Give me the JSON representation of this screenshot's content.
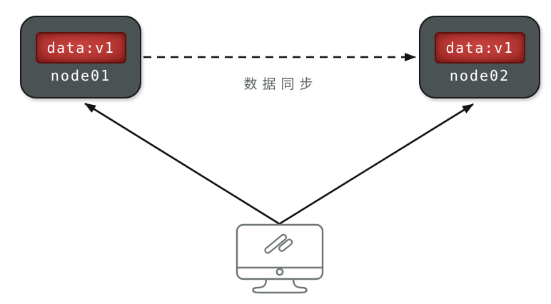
{
  "diagram": {
    "title": "data synchronization between two nodes",
    "nodes": [
      {
        "id": "node01",
        "label": "node01",
        "data_value": "data:v1"
      },
      {
        "id": "node02",
        "label": "node02",
        "data_value": "data:v1"
      }
    ],
    "edges": [
      {
        "from": "node01",
        "to": "node02",
        "label": "数据同步",
        "style": "dashed-arrow"
      },
      {
        "from": "client-monitor",
        "to": "node01",
        "label": "",
        "style": "solid-arrow"
      },
      {
        "from": "client-monitor",
        "to": "node02",
        "label": "",
        "style": "solid-arrow"
      }
    ],
    "client": {
      "icon": "monitor-icon",
      "inner_icon": "pen-slashes-icon"
    },
    "colors": {
      "canvas_bg": "#ffffff",
      "node_bg": "#4b5254",
      "node_border": "#17191a",
      "data_badge_center": "#c7423d",
      "data_badge_edge": "#8c211e",
      "data_badge_border": "#5e110d",
      "node_text": "#ffffff",
      "edge_label_text": "#5d6365",
      "arrow": "#141414",
      "monitor_stroke": "#6e7577"
    }
  }
}
